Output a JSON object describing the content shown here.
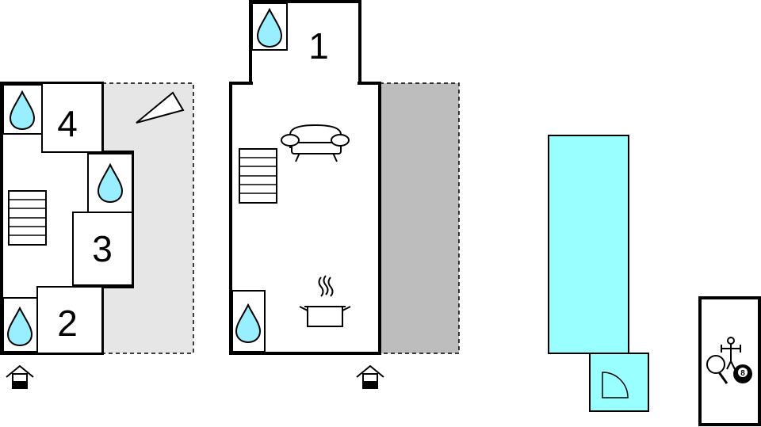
{
  "colors": {
    "wall": "#000000",
    "terrace_light": "#e6e6e6",
    "terrace_dark": "#bdbdbd",
    "pool": "#99ffff",
    "water_drop": "#99eeff",
    "background": "#ffffff"
  },
  "house_left": {
    "rooms": [
      {
        "number": "4",
        "has_bathroom": true
      },
      {
        "number": "3",
        "has_bathroom": true
      },
      {
        "number": "2",
        "has_bathroom": true
      }
    ],
    "icons": [
      "bathroom-drop-icon",
      "stairs-icon",
      "entrance-arrow-icon"
    ]
  },
  "house_main": {
    "rooms": [
      {
        "number": "1",
        "has_bathroom": true
      }
    ],
    "icons": [
      "sofa-icon",
      "stairs-icon",
      "cooking-pot-icon",
      "bathroom-drop-icon",
      "entrance-arrow-icon"
    ]
  },
  "outdoor": {
    "icons": [
      "swimming-pool",
      "pool-steps-icon",
      "table-tennis-icon",
      "foosball-icon",
      "billiard-8-ball-icon"
    ],
    "billiard_ball_label": "8"
  }
}
